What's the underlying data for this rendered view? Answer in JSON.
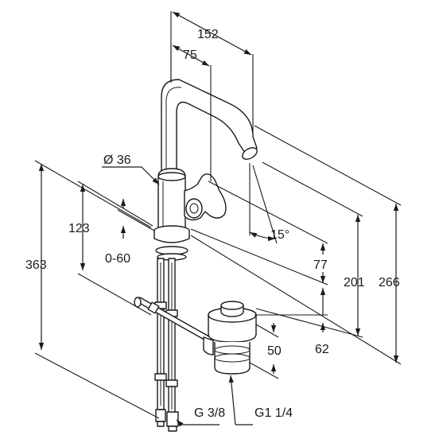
{
  "dimensions": {
    "d152": "152",
    "d75": "75",
    "d36": "Ø 36",
    "d123": "123",
    "d060": "0-60",
    "d363": "363",
    "d15": "15°",
    "d77": "77",
    "d201": "201",
    "d266": "266",
    "d62": "62",
    "d50": "50",
    "g38": "G 3/8",
    "g114": "G1 1/4"
  }
}
